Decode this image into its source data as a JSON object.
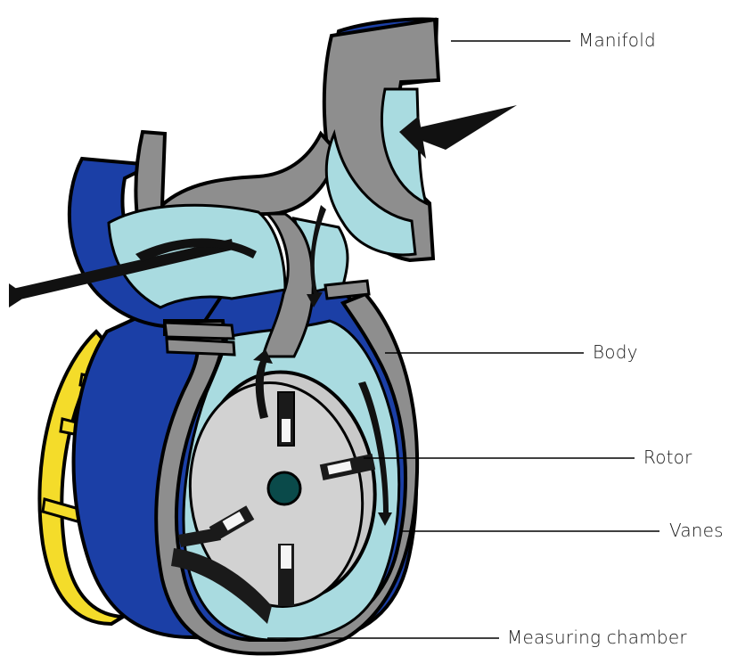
{
  "labels": {
    "manifold": "Manifold",
    "body": "Body",
    "rotor": "Rotor",
    "vanes": "Vanes",
    "measuring_chamber": "Measuring chamber"
  },
  "colors": {
    "outer_blue": "#1b3fa6",
    "cut_grey": "#8e8e8e",
    "cavity_light_blue": "#a9dbe0",
    "rotor_grey": "#c9c9c9",
    "hub": "#0a4a4a",
    "gear_yellow": "#f4dc2a",
    "arrow": "#111111",
    "leader_line": "#000000"
  }
}
